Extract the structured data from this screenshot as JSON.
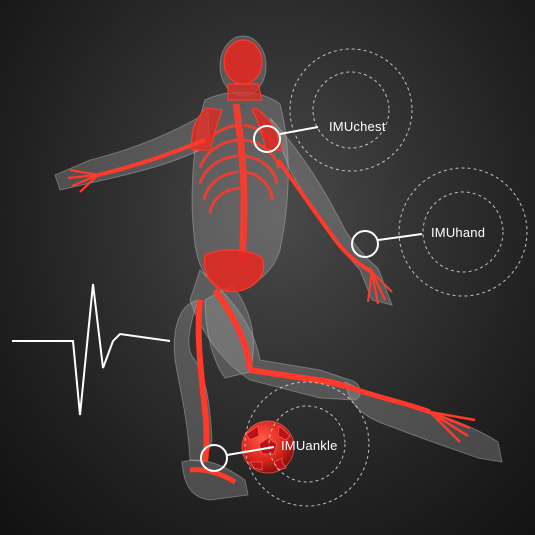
{
  "sensors": {
    "chest": {
      "label": "IMUchest"
    },
    "hand": {
      "label": "IMUhand"
    },
    "ankle": {
      "label": "IMUankle"
    }
  },
  "colors": {
    "muscle": "#e8261e",
    "body": "#9a9a9a",
    "rings": "#dddddd",
    "ecg": "#ffffff",
    "ball_panel": "#b8131b"
  },
  "icons": [
    "heartbeat-ecg-icon",
    "soccer-ball-icon"
  ]
}
